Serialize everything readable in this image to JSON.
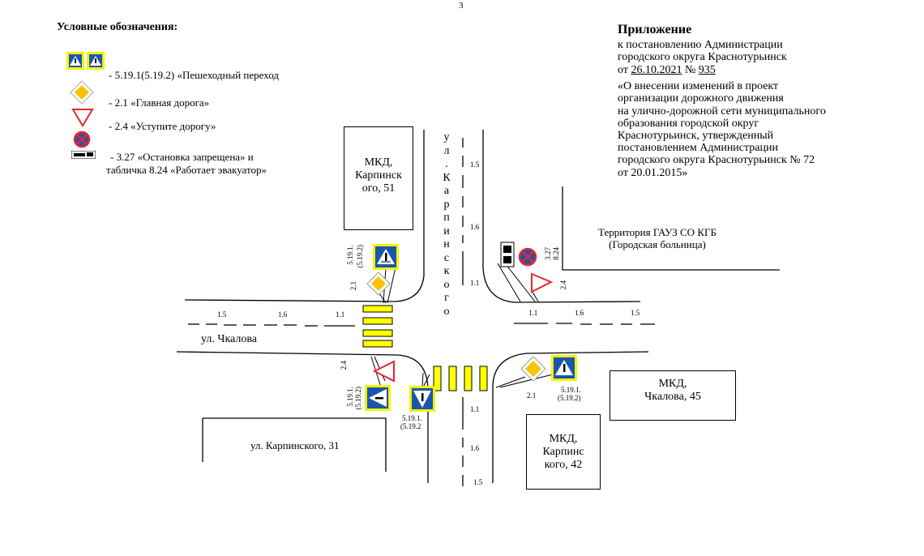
{
  "page_number": "3",
  "legend": {
    "title": "Условные обозначения:",
    "items": [
      {
        "icon": "pedestrian-crossing-sign-icon",
        "label": "- 5.19.1(5.19.2) «Пешеходный переход"
      },
      {
        "icon": "priority-road-sign-icon",
        "label": "-  2.1 «Главная дорога»"
      },
      {
        "icon": "give-way-sign-icon",
        "label": "-  2.4 «Уступите дорогу»"
      },
      {
        "icon": "no-stopping-sign-icon",
        "label": "3.27 «Остановка запрещена» и"
      }
    ],
    "item5_line1": " - 3.27 «Остановка запрещена» и",
    "item5_line2": "табличка 8.24 «Работает эвакуатор»"
  },
  "annex": {
    "title": "Приложение",
    "line1": "к постановлению Администрации",
    "line2": "городского округа Краснотурьинск",
    "line3_prefix": "от ",
    "date": "26.10.2021",
    "number_prefix": " № ",
    "number": "935",
    "line4": " «О внесении изменений в проект",
    "line5": "организации дорожного движения",
    "line6": "на улично-дорожной сети муниципального",
    "line7": "образования городской округ",
    "line8": "Краснотурьинск, утвержденный",
    "line9": "постановлением Администрации",
    "line10": "городского округа Краснотурьинск № 72",
    "line11": "от 20.01.2015»"
  },
  "map": {
    "street_karpinskogo_vertical": [
      "у",
      "л",
      ".",
      "К",
      "а",
      "р",
      "п",
      "и",
      "н",
      "с",
      "к",
      "о",
      "г",
      "о"
    ],
    "street_chkalova": "ул. Чкалова",
    "street_karpinskogo_31": "ул. Карпинского, 31",
    "building_nw": {
      "l1": "МКД,",
      "l2": "Карпинск",
      "l3": "ого, 51"
    },
    "building_ne_territory": {
      "l1": "Территория ГАУЗ СО КГБ",
      "l2": "(Городская больница)"
    },
    "building_se_chkalova": {
      "l1": "МКД,",
      "l2": "Чкалова, 45"
    },
    "building_s_karpinskogo": {
      "l1": "МКД,",
      "l2": "Карпинс",
      "l3": "кого, 42"
    },
    "markings": {
      "v_top": [
        "1.5",
        "1.6",
        "1.1"
      ],
      "v_bottom": [
        "1.1",
        "1.6",
        "1.5"
      ],
      "h_left": [
        "1.5",
        "1.6",
        "1.1"
      ],
      "h_right": [
        "1.1",
        "1.6",
        "1.5"
      ]
    },
    "sign_labels": {
      "nw_ped": [
        "5.19.1.",
        "(5.19.2)"
      ],
      "nw_main": "2.1",
      "ne_stop": [
        "3.27",
        "8.24"
      ],
      "ne_giveway": "2.4",
      "sw_giveway": "2.4",
      "sw_ped": [
        "5.19.1.",
        "(5.19.2)"
      ],
      "s_ped_l1": "5.19.1.",
      "s_ped_l2": "(5.19.2",
      "se_main": "2.1",
      "se_ped_l1": "5.19.1.",
      "se_ped_l2": "(5.19.2)"
    }
  },
  "colors": {
    "zebra": "#ffff00",
    "sign_blue": "#1a56b0",
    "sign_yellow": "#f3f300",
    "give_way_red": "#e8262b",
    "main_road_yellow": "#f6c400"
  }
}
